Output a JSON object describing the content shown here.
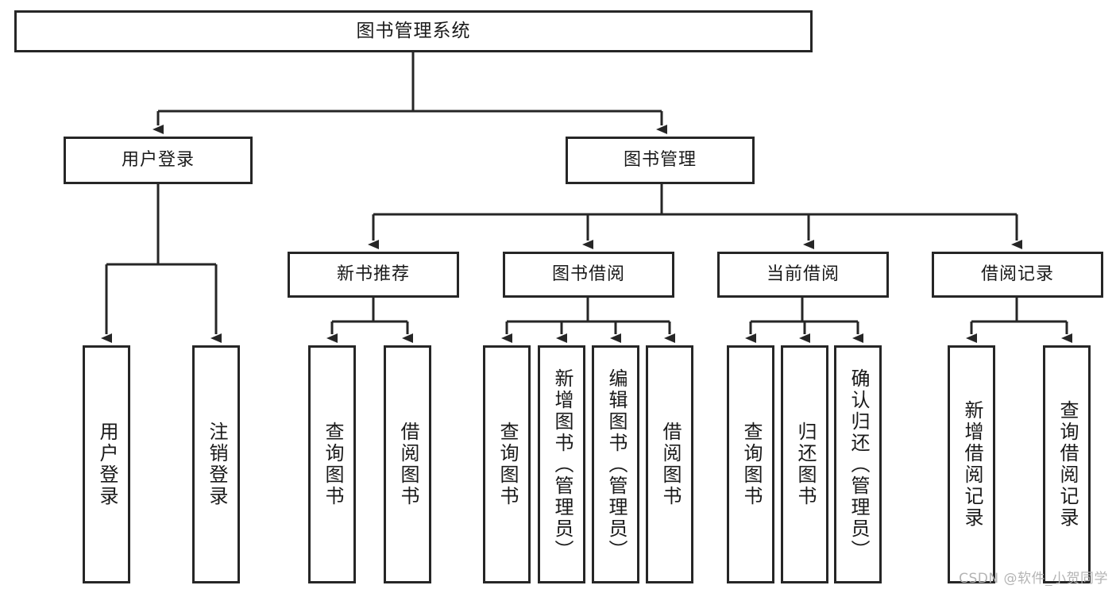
{
  "diagram": {
    "type": "tree-hierarchy-flowchart",
    "title": "图书管理系统",
    "watermark": "CSDN @软件_小贺同学",
    "colors": {
      "stroke": "#262626",
      "fill": "#ffffff",
      "text": "#1a1a1a",
      "watermark": "#b4b4b4"
    },
    "levels": {
      "root": {
        "label": "图书管理系统"
      },
      "level2": [
        {
          "label": "用户登录"
        },
        {
          "label": "图书管理"
        }
      ],
      "level3": [
        {
          "label": "新书推荐"
        },
        {
          "label": "图书借阅"
        },
        {
          "label": "当前借阅"
        },
        {
          "label": "借阅记录"
        }
      ],
      "leaves": {
        "user_login": [
          {
            "label": "用户登录"
          },
          {
            "label": "注销登录"
          }
        ],
        "new_book_recommend": [
          {
            "label": "查询图书"
          },
          {
            "label": "借阅图书"
          }
        ],
        "book_borrow": [
          {
            "label": "查询图书"
          },
          {
            "label": "新增图书（管理员）"
          },
          {
            "label": "编辑图书（管理员）"
          },
          {
            "label": "借阅图书"
          }
        ],
        "current_borrow": [
          {
            "label": "查询图书"
          },
          {
            "label": "归还图书"
          },
          {
            "label": "确认归还（管理员）"
          }
        ],
        "borrow_record": [
          {
            "label": "新增借阅记录"
          },
          {
            "label": "查询借阅记录"
          }
        ]
      }
    }
  }
}
